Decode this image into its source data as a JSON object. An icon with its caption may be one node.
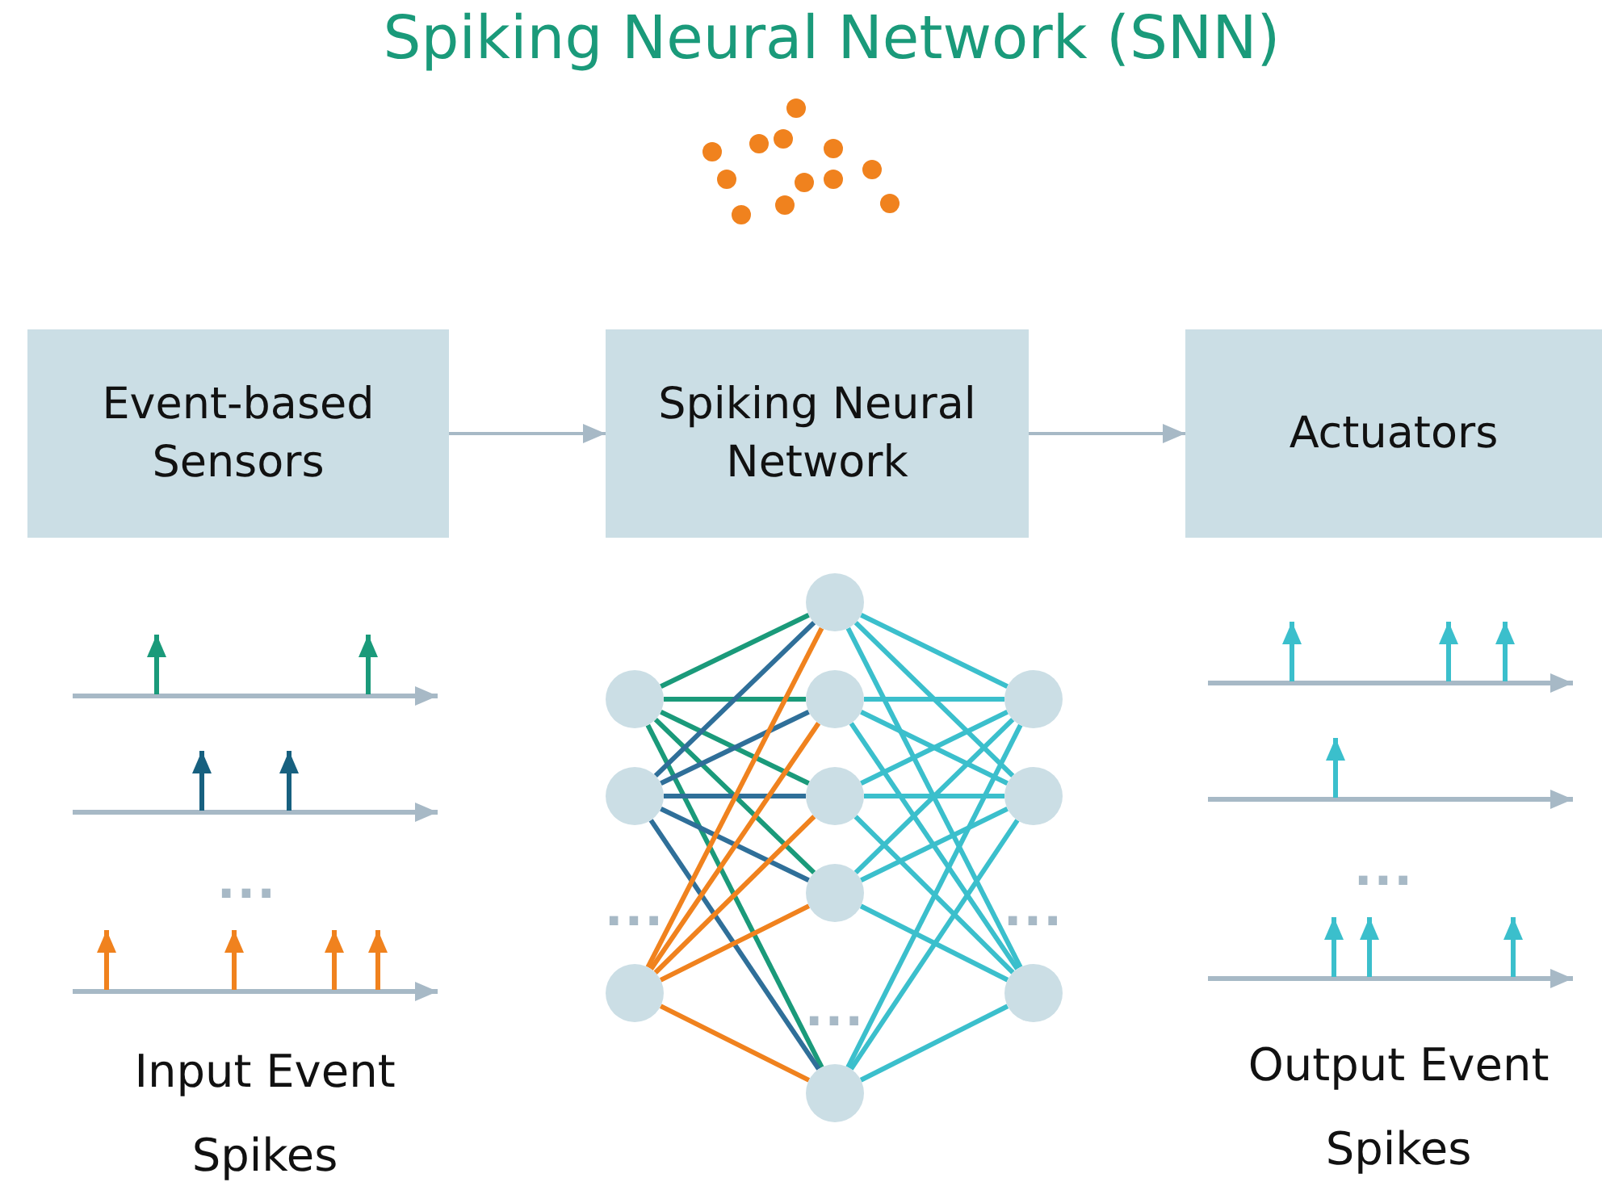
{
  "diagram": {
    "title": "Spiking Neural Network (SNN)",
    "nodes": [
      {
        "text": [
          "Event-based Sensors"
        ]
      },
      {
        "text": [
          "Spiking Neural Network"
        ]
      },
      {
        "text": [
          "Actuators"
        ]
      },
      {
        "text": [],
        "shape": "circle"
      },
      {
        "text": [],
        "shape": "circle"
      },
      {
        "text": [],
        "shape": "circle"
      },
      {
        "text": [],
        "shape": "circle"
      },
      {
        "text": [],
        "shape": "circle"
      },
      {
        "text": [],
        "shape": "circle"
      },
      {
        "text": [],
        "shape": "circle"
      },
      {
        "text": [],
        "shape": "circle"
      },
      {
        "text": [],
        "shape": "circle"
      },
      {
        "text": [],
        "shape": "circle"
      },
      {
        "text": [],
        "shape": "circle"
      }
    ],
    "edges": [
      {
        "from": 0,
        "to": 1,
        "arrow": "to",
        "color": "#a7b9c6"
      },
      {
        "from": 1,
        "to": 2,
        "arrow": "to",
        "color": "#a7b9c6"
      },
      {
        "from": 3,
        "to": 6,
        "arrow": "none",
        "color": "#1a9a7a"
      },
      {
        "from": 3,
        "to": 7,
        "arrow": "none",
        "color": "#1a9a7a"
      },
      {
        "from": 3,
        "to": 8,
        "arrow": "none",
        "color": "#1a9a7a"
      },
      {
        "from": 3,
        "to": 9,
        "arrow": "none",
        "color": "#1a9a7a"
      },
      {
        "from": 3,
        "to": 10,
        "arrow": "none",
        "color": "#1a9a7a"
      },
      {
        "from": 4,
        "to": 6,
        "arrow": "none",
        "color": "#2f6f99"
      },
      {
        "from": 4,
        "to": 7,
        "arrow": "none",
        "color": "#2f6f99"
      },
      {
        "from": 4,
        "to": 8,
        "arrow": "none",
        "color": "#2f6f99"
      },
      {
        "from": 4,
        "to": 9,
        "arrow": "none",
        "color": "#2f6f99"
      },
      {
        "from": 4,
        "to": 10,
        "arrow": "none",
        "color": "#2f6f99"
      },
      {
        "from": 5,
        "to": 6,
        "arrow": "none",
        "color": "#f0821e"
      },
      {
        "from": 5,
        "to": 7,
        "arrow": "none",
        "color": "#f0821e"
      },
      {
        "from": 5,
        "to": 8,
        "arrow": "none",
        "color": "#f0821e"
      },
      {
        "from": 5,
        "to": 9,
        "arrow": "none",
        "color": "#f0821e"
      },
      {
        "from": 5,
        "to": 10,
        "arrow": "none",
        "color": "#f0821e"
      },
      {
        "from": 6,
        "to": 11,
        "arrow": "none",
        "color": "#3bbfcc"
      },
      {
        "from": 6,
        "to": 12,
        "arrow": "none",
        "color": "#3bbfcc"
      },
      {
        "from": 6,
        "to": 13,
        "arrow": "none",
        "color": "#3bbfcc"
      },
      {
        "from": 7,
        "to": 11,
        "arrow": "none",
        "color": "#3bbfcc"
      },
      {
        "from": 7,
        "to": 12,
        "arrow": "none",
        "color": "#3bbfcc"
      },
      {
        "from": 7,
        "to": 13,
        "arrow": "none",
        "color": "#3bbfcc"
      },
      {
        "from": 8,
        "to": 11,
        "arrow": "none",
        "color": "#3bbfcc"
      },
      {
        "from": 8,
        "to": 12,
        "arrow": "none",
        "color": "#3bbfcc"
      },
      {
        "from": 8,
        "to": 13,
        "arrow": "none",
        "color": "#3bbfcc"
      },
      {
        "from": 9,
        "to": 11,
        "arrow": "none",
        "color": "#3bbfcc"
      },
      {
        "from": 9,
        "to": 12,
        "arrow": "none",
        "color": "#3bbfcc"
      },
      {
        "from": 9,
        "to": 13,
        "arrow": "none",
        "color": "#3bbfcc"
      },
      {
        "from": 10,
        "to": 11,
        "arrow": "none",
        "color": "#3bbfcc"
      },
      {
        "from": 10,
        "to": 12,
        "arrow": "none",
        "color": "#3bbfcc"
      },
      {
        "from": 10,
        "to": 13,
        "arrow": "none",
        "color": "#3bbfcc"
      }
    ],
    "labels": [
      "...",
      "Input Event Spikes",
      "...",
      "...",
      "...",
      "...",
      "Output Event Spikes"
    ]
  }
}
